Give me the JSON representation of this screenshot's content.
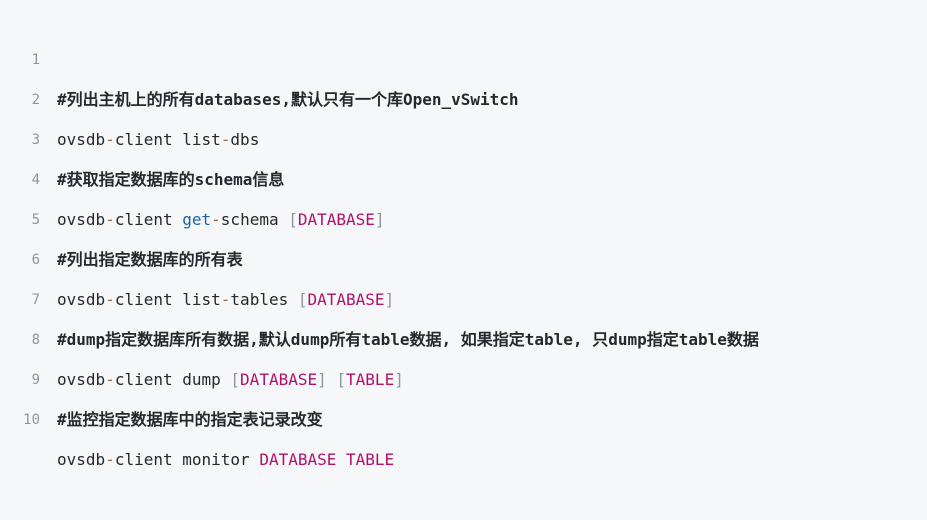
{
  "editor": {
    "lines": [
      {
        "num": "1",
        "comment": "#列出主机上的所有databases,默认只有一个库Open_vSwitch"
      },
      {
        "num": "2",
        "t1": "ovsdb",
        "d1": "-",
        "t2": "client list",
        "d2": "-",
        "t3": "dbs"
      },
      {
        "num": "3",
        "comment": "#获取指定数据库的schema信息"
      },
      {
        "num": "4",
        "t1": "ovsdb",
        "d1": "-",
        "t2": "client ",
        "kw": "get",
        "d2": "-",
        "t3": "schema ",
        "b1": "[",
        "a1": "DATABASE",
        "b2": "]"
      },
      {
        "num": "5",
        "comment": "#列出指定数据库的所有表"
      },
      {
        "num": "6",
        "t1": "ovsdb",
        "d1": "-",
        "t2": "client list",
        "d2": "-",
        "t3": "tables ",
        "b1": "[",
        "a1": "DATABASE",
        "b2": "]"
      },
      {
        "num": "7",
        "comment": "#dump指定数据库所有数据,默认dump所有table数据, 如果指定table, 只dump指定table数据"
      },
      {
        "num": "8",
        "t1": "ovsdb",
        "d1": "-",
        "t2": "client dump ",
        "b1": "[",
        "a1": "DATABASE",
        "b2": "]",
        "sp": " ",
        "b3": "[",
        "a2": "TABLE",
        "b4": "]"
      },
      {
        "num": "9",
        "comment": "#监控指定数据库中的指定表记录改变"
      },
      {
        "num": "10",
        "t1": "ovsdb",
        "d1": "-",
        "t2": "client monitor ",
        "a1": "DATABASE",
        "sp": " ",
        "a2": "TABLE"
      }
    ]
  },
  "colors": {
    "background": "#f6f7f9",
    "line_number": "#8f959e",
    "text": "#24292e",
    "keyword": "#1d62a8",
    "argument": "#b0126b",
    "dash": "#9a6e3a"
  }
}
